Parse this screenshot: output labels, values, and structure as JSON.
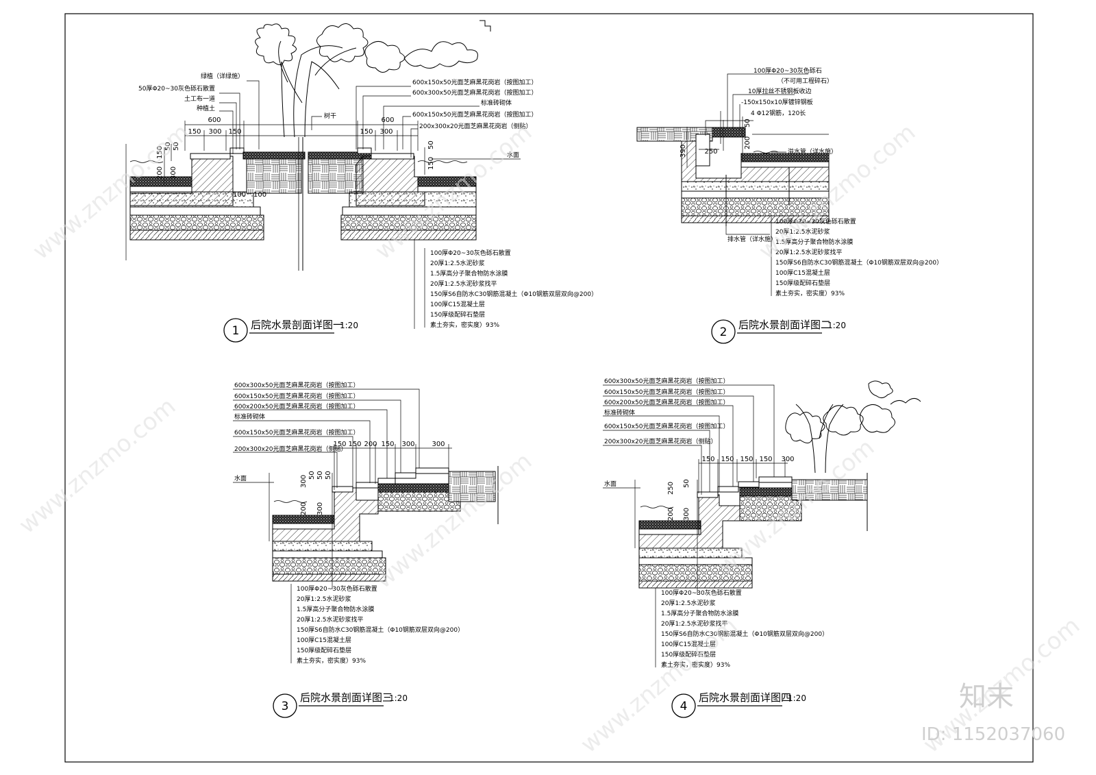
{
  "watermark": {
    "site": "www.znzmo.com",
    "brand": "知末",
    "id": "ID: 1152037060"
  },
  "details": [
    {
      "number": "1",
      "title": "后院水景剖面详图一",
      "scale": "1:20",
      "left_labels": [
        "50厚Φ20~30灰色砾石散置",
        "土工布一道",
        "种植土"
      ],
      "top_labels": [
        "绿植（详绿施）",
        "树干"
      ],
      "right_labels": [
        "600x150x50光面芝麻黑花岗岩（按图加工）",
        "600x300x50光面芝麻黑花岗岩（按图加工）",
        "标准砖砌体",
        "600x150x50光面芝麻黑花岗岩（按图加工）",
        "200x300x20光面芝麻黑花岗岩（侧贴）",
        "水面"
      ],
      "dims_h": [
        "600",
        "150",
        "300",
        "150",
        "150",
        "300",
        "600"
      ],
      "dims_v": [
        "200",
        "150",
        "50",
        "50",
        "300",
        "100",
        "100",
        "50",
        "150"
      ],
      "layers": [
        "100厚Φ20~30灰色砾石散置",
        "20厚1:2.5水泥砂浆",
        "1.5厚高分子聚合物防水涂膜",
        "20厚1:2.5水泥砂浆找平",
        "150厚S6自防水C30钢筋混凝土（Φ10钢筋双层双向@200）",
        "100厚C15混凝土层",
        "150厚级配碎石垫层",
        "素土夯实，密实度）93%"
      ]
    },
    {
      "number": "2",
      "title": "后院水景剖面详图二",
      "scale": "1:20",
      "top_labels": [
        "100厚Φ20~30灰色砾石",
        "（不可用工程碎石）",
        "10厚拉丝不锈钢板收边",
        "-150x150x10厚镀锌钢板",
        "4 Φ12钢筋，120长"
      ],
      "side_labels": [
        "溢水管（详水施）",
        "排水管（详水施）"
      ],
      "dims_h": [
        "250"
      ],
      "dims_v": [
        "390",
        "50",
        "200"
      ],
      "layers": [
        "100厚Φ20~30灰色砾石散置",
        "20厚1:2.5水泥砂浆",
        "1.5厚高分子聚合物防水涂膜",
        "20厚1:2.5水泥砂浆找平",
        "150厚S6自防水C30钢筋混凝土（Φ10钢筋双层双向@200）",
        "100厚C15混凝土层",
        "150厚级配碎石垫层",
        "素土夯实，密实度）93%"
      ]
    },
    {
      "number": "3",
      "title": "后院水景剖面详图三",
      "scale": "1:20",
      "top_labels": [
        "600x300x50光面芝麻黑花岗岩（按图加工）",
        "600x150x50光面芝麻黑花岗岩（按图加工）",
        "600x200x50光面芝麻黑花岗岩（按图加工）",
        "标准砖砌体",
        "600x150x50光面芝麻黑花岗岩（按图加工）",
        "200x300x20光面芝麻黑花岗岩（侧贴）"
      ],
      "water_label": "水面",
      "dims_h": [
        "150",
        "150",
        "200",
        "150",
        "300",
        "300"
      ],
      "dims_v": [
        "300",
        "50",
        "50",
        "50",
        "200",
        "300"
      ],
      "layers": [
        "100厚Φ20~30灰色砾石散置",
        "20厚1:2.5水泥砂浆",
        "1.5厚高分子聚合物防水涂膜",
        "20厚1:2.5水泥砂浆找平",
        "150厚S6自防水C30钢筋混凝土（Φ10钢筋双层双向@200）",
        "100厚C15混凝土层",
        "150厚级配碎石垫层",
        "素土夯实，密实度）93%"
      ]
    },
    {
      "number": "4",
      "title": "后院水景剖面详图四",
      "scale": "1:20",
      "top_labels": [
        "600x300x50光面芝麻黑花岗岩（按图加工）",
        "600x150x50光面芝麻黑花岗岩（按图加工）",
        "600x200x50光面芝麻黑花岗岩（按图加工）",
        "标准砖砌体",
        "600x150x50光面芝麻黑花岗岩（按图加工）",
        "200x300x20光面芝麻黑花岗岩（侧贴）"
      ],
      "water_label": "水面",
      "dims_h": [
        "150",
        "150",
        "150",
        "150",
        "300"
      ],
      "dims_v": [
        "250",
        "50",
        "200",
        "300"
      ],
      "layers": [
        "100厚Φ20~30灰色砾石散置",
        "20厚1:2.5水泥砂浆",
        "1.5厚高分子聚合物防水涂膜",
        "20厚1:2.5水泥砂浆找平",
        "150厚S6自防水C30钢筋混凝土（Φ10钢筋双层双向@200）",
        "100厚C15混凝土层",
        "150厚级配碎石垫层",
        "素土夯实，密实度）93%"
      ]
    }
  ]
}
